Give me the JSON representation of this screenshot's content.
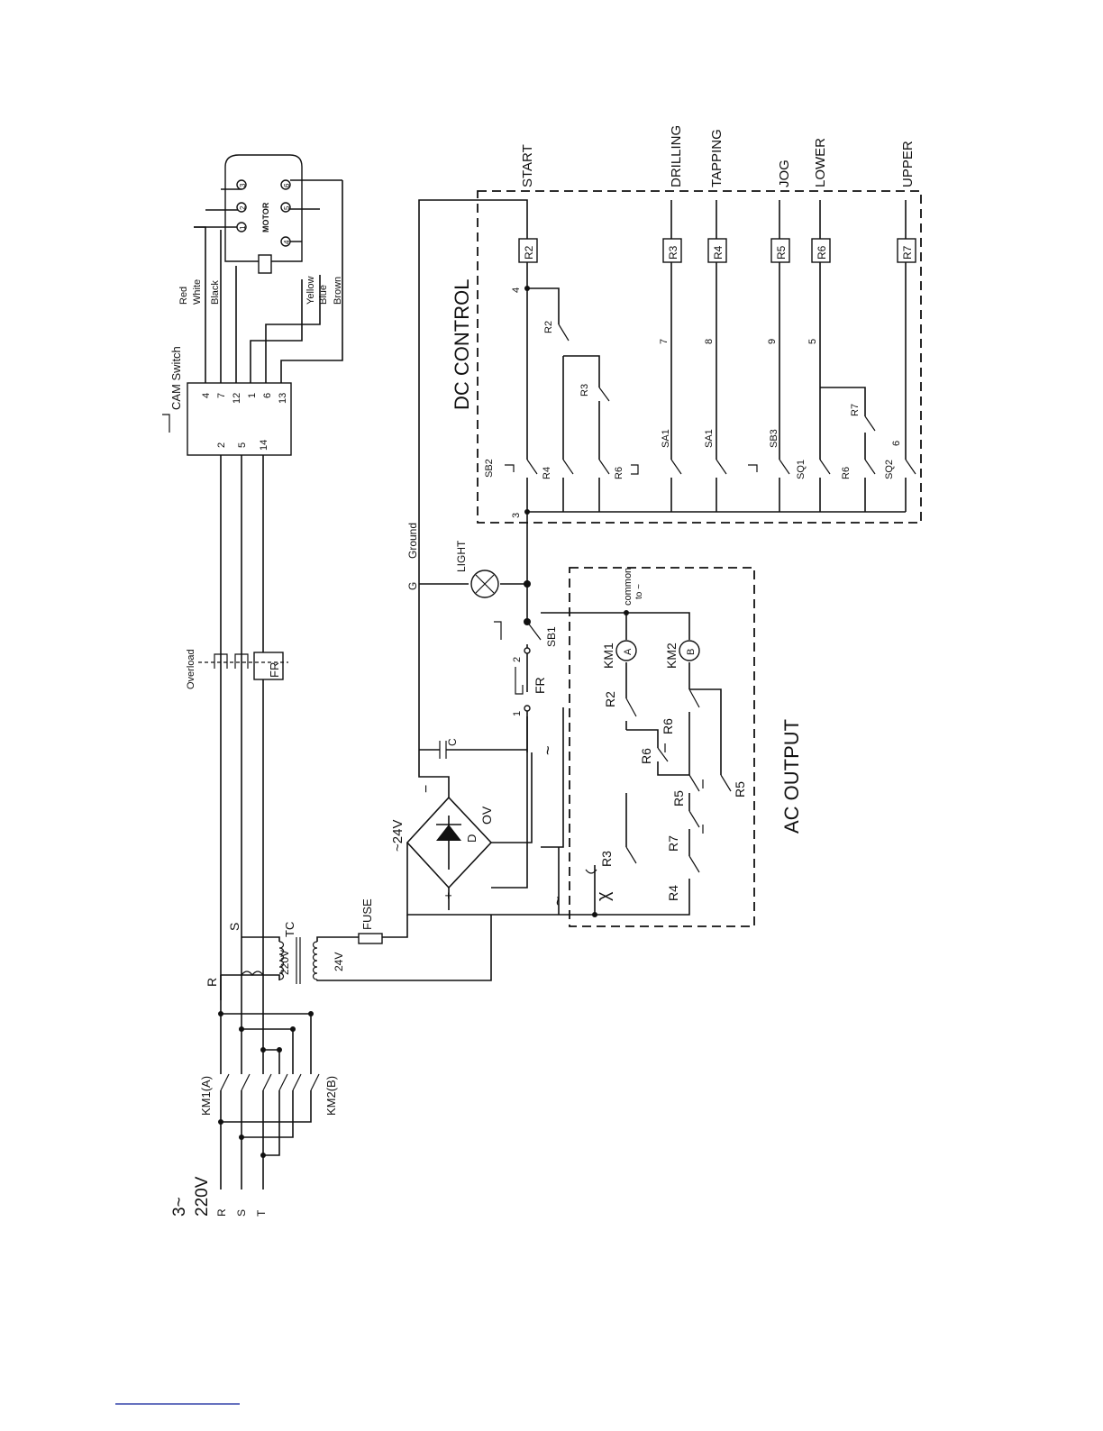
{
  "supply": {
    "phase": "3~",
    "voltage": "220V",
    "lines": [
      "R",
      "S",
      "T"
    ]
  },
  "contactors": {
    "km1": "KM1(A)",
    "km2": "KM2(B)"
  },
  "overload": {
    "label": "Overload",
    "relay": "FR"
  },
  "cam_switch": {
    "label": "CAM Switch",
    "top_terms": [
      "4",
      "7",
      "12",
      "1",
      "6",
      "13"
    ],
    "bottom_terms": [
      "2",
      "5",
      "14"
    ]
  },
  "motor": {
    "label": "MOTOR",
    "terms": [
      "1",
      "2",
      "3",
      "4",
      "5",
      "6"
    ]
  },
  "wire_colors": [
    "Red",
    "White",
    "Black",
    "Yellow",
    "Blue",
    "Brown"
  ],
  "tap_labels": {
    "r": "R",
    "s": "S"
  },
  "transformer": {
    "label": "TC",
    "primary": "220V",
    "secondary": "24V"
  },
  "fuse": "FUSE",
  "rectifier": {
    "ac": "~24V",
    "diode": "D",
    "minus": "−",
    "plus": "+",
    "ov": "OV"
  },
  "ground": {
    "g": "G",
    "label": "Ground"
  },
  "capacitor": "C",
  "light": "LIGHT",
  "sb1": "SB1",
  "fr_terms": [
    "1",
    "2"
  ],
  "tilde": "~",
  "dc_control": {
    "title": "DC CONTROL",
    "functions": [
      "START",
      "DRILLING",
      "TAPPING",
      "JOG",
      "LOWER",
      "UPPER"
    ],
    "relays": [
      "R2",
      "R3",
      "R4",
      "R5",
      "R6",
      "R7"
    ],
    "wire_numbers": [
      "4",
      "3",
      "7",
      "8",
      "9",
      "5",
      "6"
    ],
    "contacts": [
      "SB2",
      "R4",
      "R6",
      "SA1",
      "SA1",
      "SB3",
      "SQ1",
      "R6",
      "SQ2",
      "R2",
      "R3",
      "R7"
    ]
  },
  "ac_output": {
    "title": "AC OUTPUT",
    "common": "common",
    "common_sub": "to ~",
    "coils": [
      "KM1",
      "A",
      "KM2",
      "B"
    ],
    "contacts": [
      "R2",
      "R6",
      "R6",
      "R5",
      "R5",
      "R3",
      "R7",
      "R4"
    ],
    "tilde": "~",
    "x_mark": "χ"
  }
}
